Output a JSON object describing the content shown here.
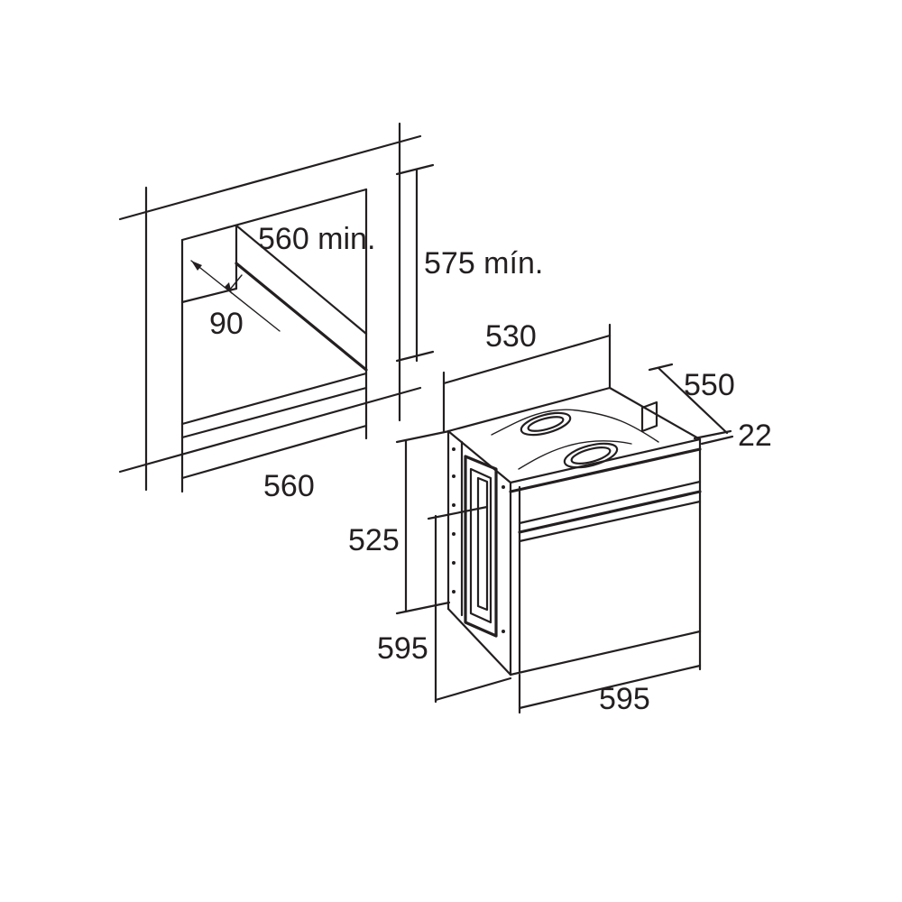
{
  "labels": {
    "niche_depth_min": "560 min.",
    "niche_height_min": "575 mín.",
    "vent_depth": "90",
    "niche_width": "560",
    "oven_depth_inner": "530",
    "oven_depth_total": "550",
    "front_panel": "22",
    "oven_body_height": "525",
    "oven_front_height": "595",
    "oven_width": "595"
  }
}
